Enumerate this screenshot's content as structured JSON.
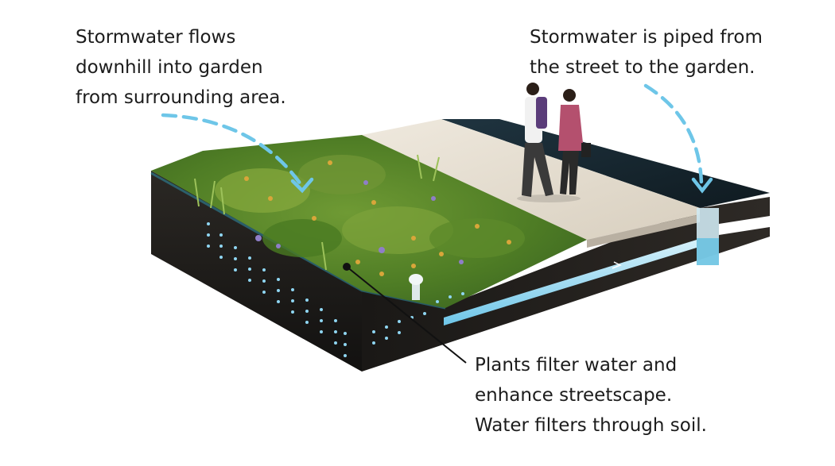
{
  "annotations": {
    "runoff": [
      "Stormwater flows",
      "downhill into garden",
      "from surrounding area."
    ],
    "pipe": [
      "Stormwater is piped from",
      "the street to the garden."
    ],
    "plants": [
      "Plants filter water and",
      "enhance streetscape.",
      "Water filters through soil."
    ]
  },
  "colors": {
    "water_accent": "#6ec6e8",
    "soil": "#1f1d1a",
    "grass": "#5a8f2c",
    "sidewalk": "#e4ddd0",
    "street": "#1b2a33"
  },
  "icons": [
    "rain-garden-cross-section",
    "flow-arrow-icon",
    "overflow-drain-icon",
    "pipe-outlet"
  ]
}
